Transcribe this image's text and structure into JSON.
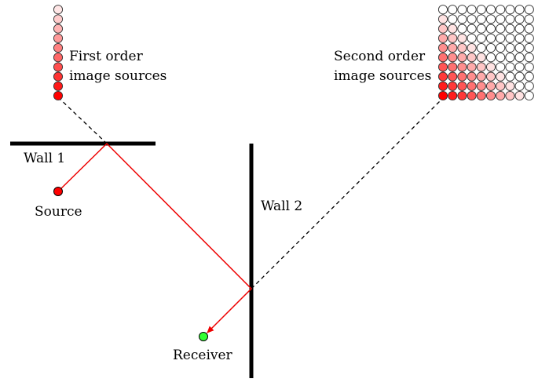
{
  "labels": {
    "first_order_line1": "First order",
    "first_order_line2": "image sources",
    "second_order_line1": "Second order",
    "second_order_line2": "image sources",
    "wall1": "Wall 1",
    "wall2": "Wall 2",
    "source": "Source",
    "receiver": "Receiver"
  },
  "colors": {
    "source": "#ff0000",
    "receiver": "#33ff33",
    "ray": "#ee0000",
    "wall": "#000000",
    "image_source_stroke": "#333333"
  },
  "image_sources": {
    "first_order_count": 10,
    "second_order_grid": [
      10,
      10
    ]
  }
}
